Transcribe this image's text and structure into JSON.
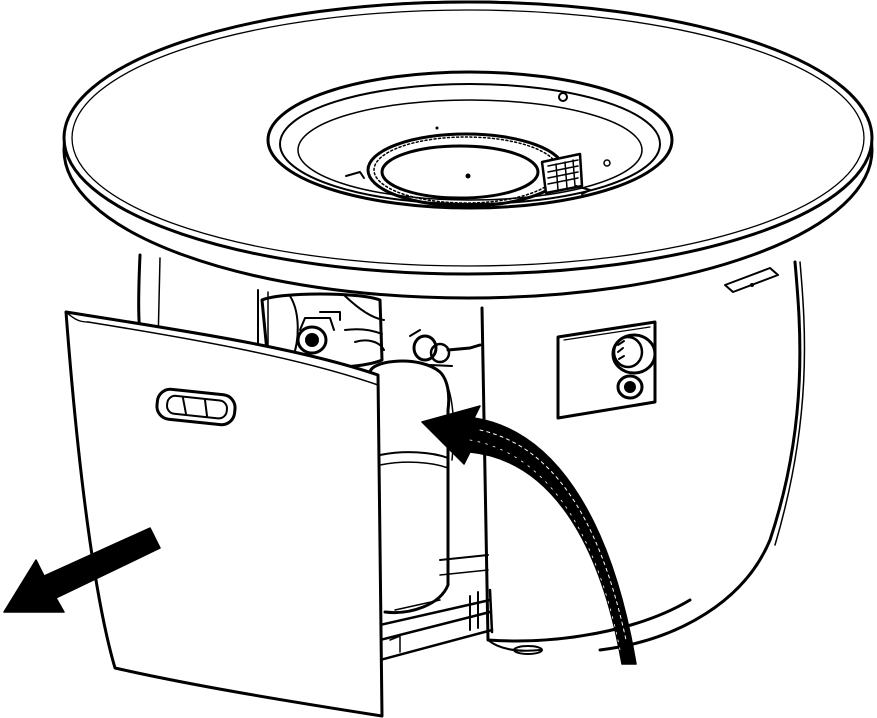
{
  "illustration": {
    "subject": "fire-pit-table-propane-tank-installation",
    "line_color": "#000000",
    "background": "#ffffff",
    "parts": [
      "tabletop-ring",
      "burner-pan",
      "burner-ring",
      "igniter-box",
      "cabinet-body",
      "access-door",
      "door-handle",
      "propane-tank",
      "tank-valve",
      "regulator-hose",
      "control-panel",
      "control-knob",
      "ignition-button",
      "tank-tray",
      "door-open-arrow",
      "rotation-arrow"
    ]
  }
}
